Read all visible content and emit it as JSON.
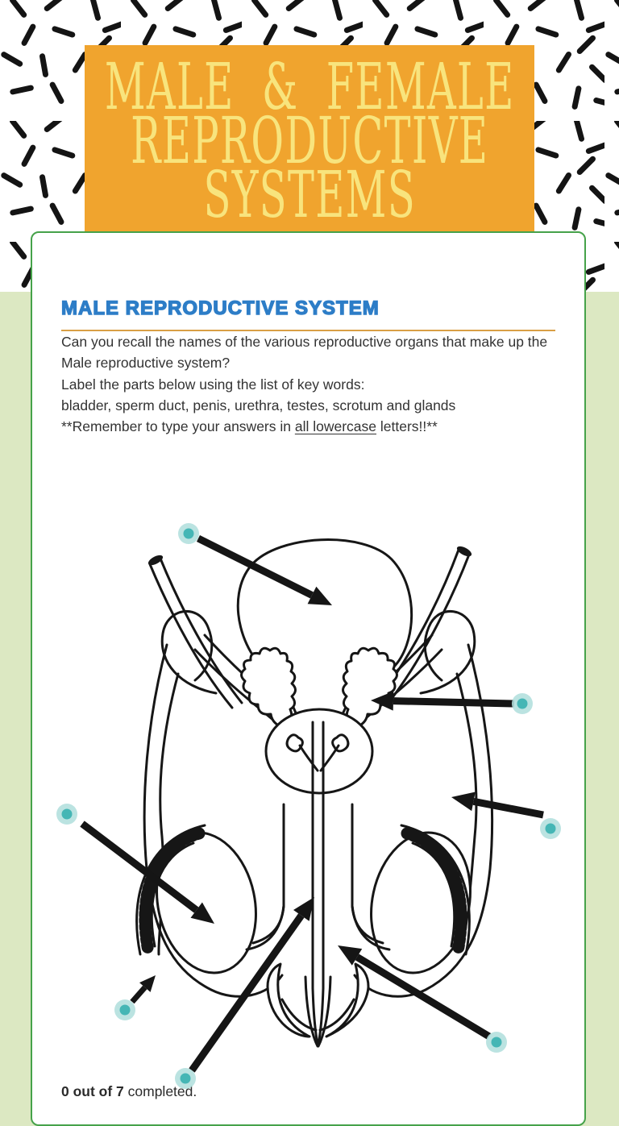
{
  "page": {
    "background_color": "#dce8c2",
    "header_background": "#ffffff",
    "confetti_color": "#141414"
  },
  "banner": {
    "background_color": "#f0a42e",
    "text_color": "#f8e47d",
    "lines": [
      "MALE & FEMALE",
      "REPRODUCTIVE",
      "SYSTEMS"
    ]
  },
  "worksheet": {
    "card_border_color": "#46a24a",
    "section_title": "MALE REPRODUCTIVE SYSTEM",
    "section_title_color": "#2d7dc7",
    "divider_color": "#d99f45",
    "intro": "Can you recall the names of the various reproductive organs that make up the Male reproductive system?",
    "instruction": "Label the parts below using the list of key words:",
    "keywords": "bladder, sperm duct, penis, urethra, testes, scrotum and glands",
    "reminder_prefix": "**Remember to type your answers in ",
    "reminder_underlined": "all lowercase",
    "reminder_suffix": " letters!!**"
  },
  "diagram": {
    "hotspot_count": 7,
    "hotspot_outer_color": "#b4e0de",
    "hotspot_inner_color": "#45b6b5",
    "arrow_color": "#151515",
    "line_color": "#161616"
  },
  "progress": {
    "completed_bold": "0 out of 7",
    "completed_rest": " completed."
  }
}
